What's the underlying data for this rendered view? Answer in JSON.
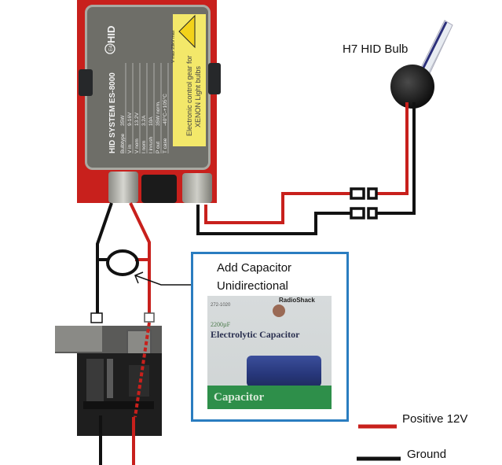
{
  "diagram": {
    "title": "HID ballast wiring with capacitor",
    "colors": {
      "positive_wire": "#c8201c",
      "ground_wire": "#111111",
      "capacitor_box_border": "#2a7dc0",
      "ballast_label_yellow": "#f3e86a"
    },
    "ballast": {
      "brand": "HID",
      "model": "HID SYSTEM  ES-8000",
      "certification": "E4",
      "warning_label": "Electronic control gear for",
      "warning_label_2": "XENON Light bulbs",
      "voltage_max": "V max 23kV max",
      "specs": [
        {
          "key": "Bulbtype",
          "value": "35W"
        },
        {
          "key": "V in",
          "value": "9-16V"
        },
        {
          "key": "V nom",
          "value": "13.2V"
        },
        {
          "key": "I nom",
          "value": "3.2A"
        },
        {
          "key": "I inrush",
          "value": "10A"
        },
        {
          "key": "P out",
          "value": "35W norm."
        },
        {
          "key": "T case",
          "value": "-40°C-+105°C"
        }
      ]
    },
    "bulb": {
      "label": "H7 HID Bulb"
    },
    "capacitor_callout": {
      "title_line1": "Add Capacitor",
      "title_line2": "Unidirectional",
      "package": {
        "part_number": "272-1020",
        "brand": "RadioShack",
        "rating": "2200µF",
        "product_name": "Electrolytic Capacitor",
        "footer": "Capacitor"
      }
    },
    "legend": [
      {
        "label": "Positive 12V",
        "color": "#c8201c",
        "wire": "positive"
      },
      {
        "label": "Ground",
        "color": "#111111",
        "wire": "ground"
      }
    ]
  }
}
